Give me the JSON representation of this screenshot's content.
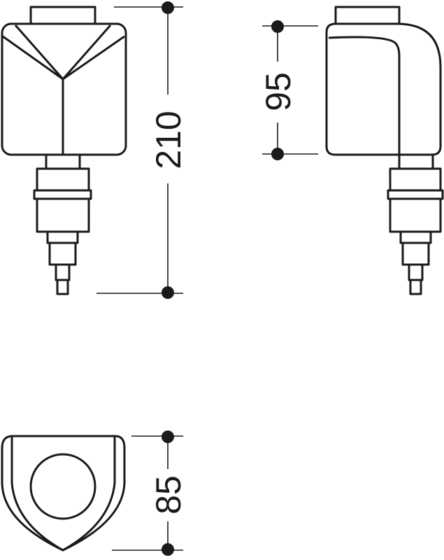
{
  "drawing": {
    "dimensions": {
      "height_total": "210",
      "height_body": "95",
      "depth": "85"
    },
    "colors": {
      "line": "#1a1a1a",
      "background": "#ffffff"
    }
  }
}
